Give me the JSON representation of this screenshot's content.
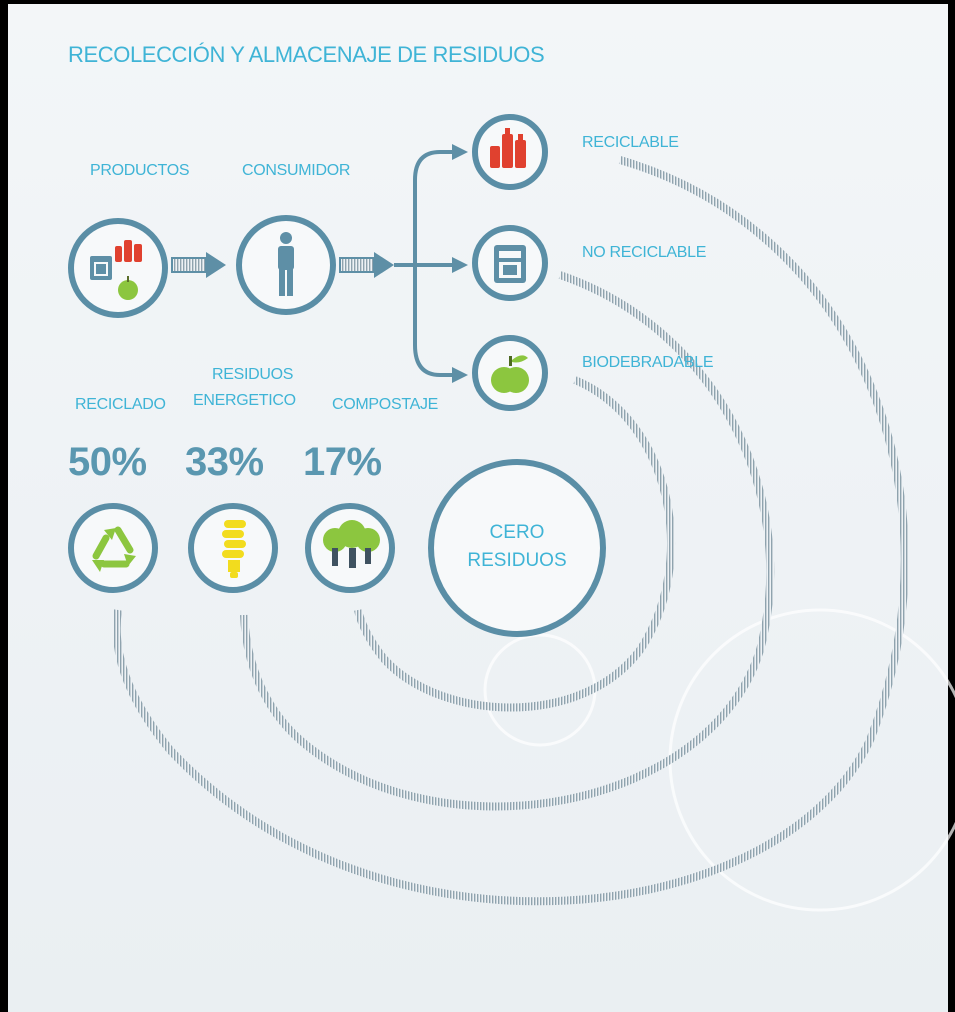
{
  "title": "RECOLECCIÓN Y ALMACENAJE DE RESIDUOS",
  "flow": {
    "source": {
      "label": "PRODUCTOS",
      "icon": "products-icon"
    },
    "consumer": {
      "label": "CONSUMIDOR",
      "icon": "person-icon"
    },
    "outputs": [
      {
        "label": "RECICLABLE",
        "icon": "bottles-icon"
      },
      {
        "label": "NO RECICLABLE",
        "icon": "trash-bin-icon"
      },
      {
        "label": "BIODEBRADABLE",
        "icon": "apple-icon"
      }
    ]
  },
  "treatments": [
    {
      "label": "RECICLADO",
      "percent": "50%",
      "icon": "recycle-icon"
    },
    {
      "label_line1": "RESIDUOS",
      "label_line2": "ENERGETICO",
      "percent": "33%",
      "icon": "light-bulb-icon"
    },
    {
      "label": "COMPOSTAJE",
      "percent": "17%",
      "icon": "trees-icon"
    }
  ],
  "goal": {
    "line1": "CERO",
    "line2": "RESIDUOS"
  },
  "colors": {
    "accent_text": "#3fb4d6",
    "percent_text": "#5a97b0",
    "ring": "#5a8ea6",
    "icon_blue": "#5e8fa6",
    "recyclable_red": "#e0412f",
    "organic_green": "#8cc63f",
    "bulb_yellow": "#f2dc1e",
    "arc_dotted": "#9eb1bc"
  }
}
